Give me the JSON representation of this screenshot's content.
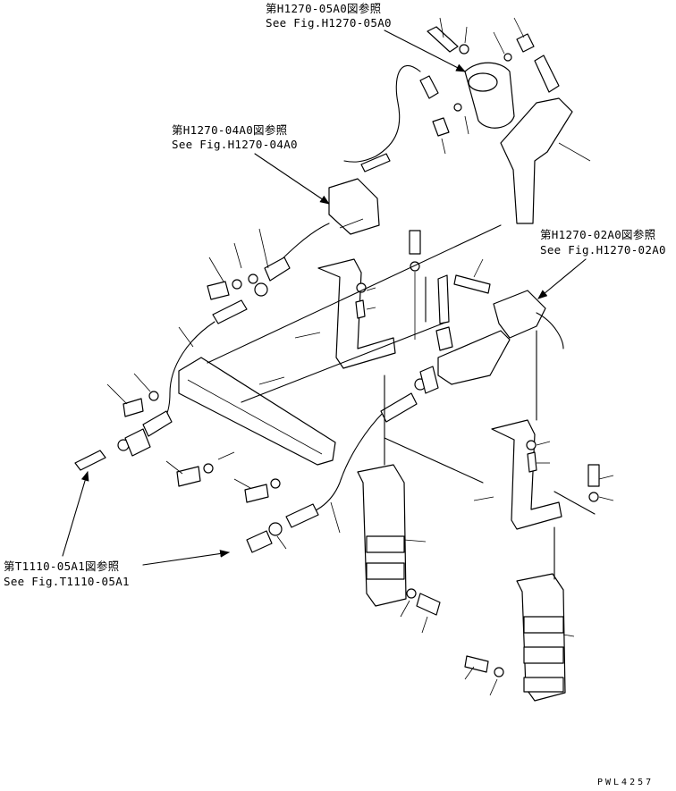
{
  "references": [
    {
      "jp": "第H1270-05A0図参照",
      "en": "See Fig.H1270-05A0"
    },
    {
      "jp": "第H1270-04A0図参照",
      "en": "See Fig.H1270-04A0"
    },
    {
      "jp": "第H1270-02A0図参照",
      "en": "See Fig.H1270-02A0"
    },
    {
      "jp": "第T1110-05A1図参照",
      "en": "See Fig.T1110-05A1"
    }
  ],
  "drawing_code": "PWL4257"
}
